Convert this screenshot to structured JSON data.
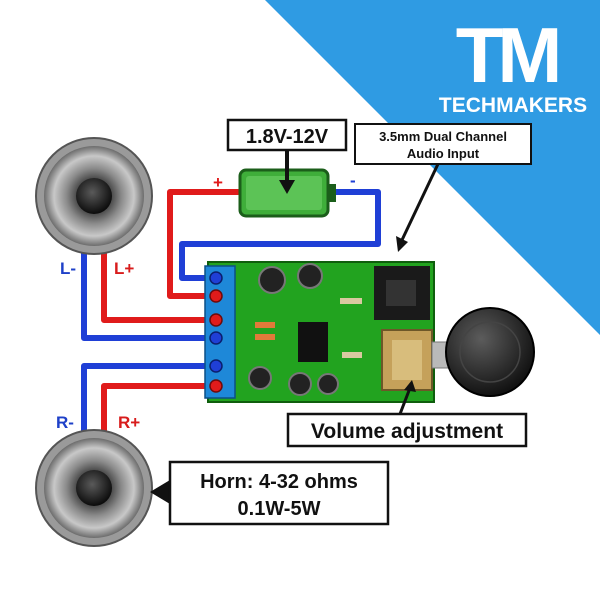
{
  "brand": {
    "logo_letters": "TM",
    "name": "TECHMAKERS"
  },
  "power": {
    "voltage_label": "1.8V-12V",
    "plus": "+",
    "minus": "-"
  },
  "audio_input": {
    "line1": "3.5mm Dual Channel",
    "line2": "Audio Input"
  },
  "speakers": {
    "left_minus": "L-",
    "left_plus": "L+",
    "right_minus": "R-",
    "right_plus": "R+"
  },
  "volume": {
    "label": "Volume adjustment"
  },
  "horn": {
    "line1": "Horn:  4-32 ohms",
    "line2": "0.1W-5W"
  },
  "colors": {
    "brand_blue": "#2f9be3",
    "wire_red": "#e01b1b",
    "wire_blue": "#1f3fd6",
    "pcb_green": "#22a31f",
    "battery_green": "#3fae3a",
    "label_blue": "#1e40c8",
    "label_red": "#d81c1c"
  }
}
